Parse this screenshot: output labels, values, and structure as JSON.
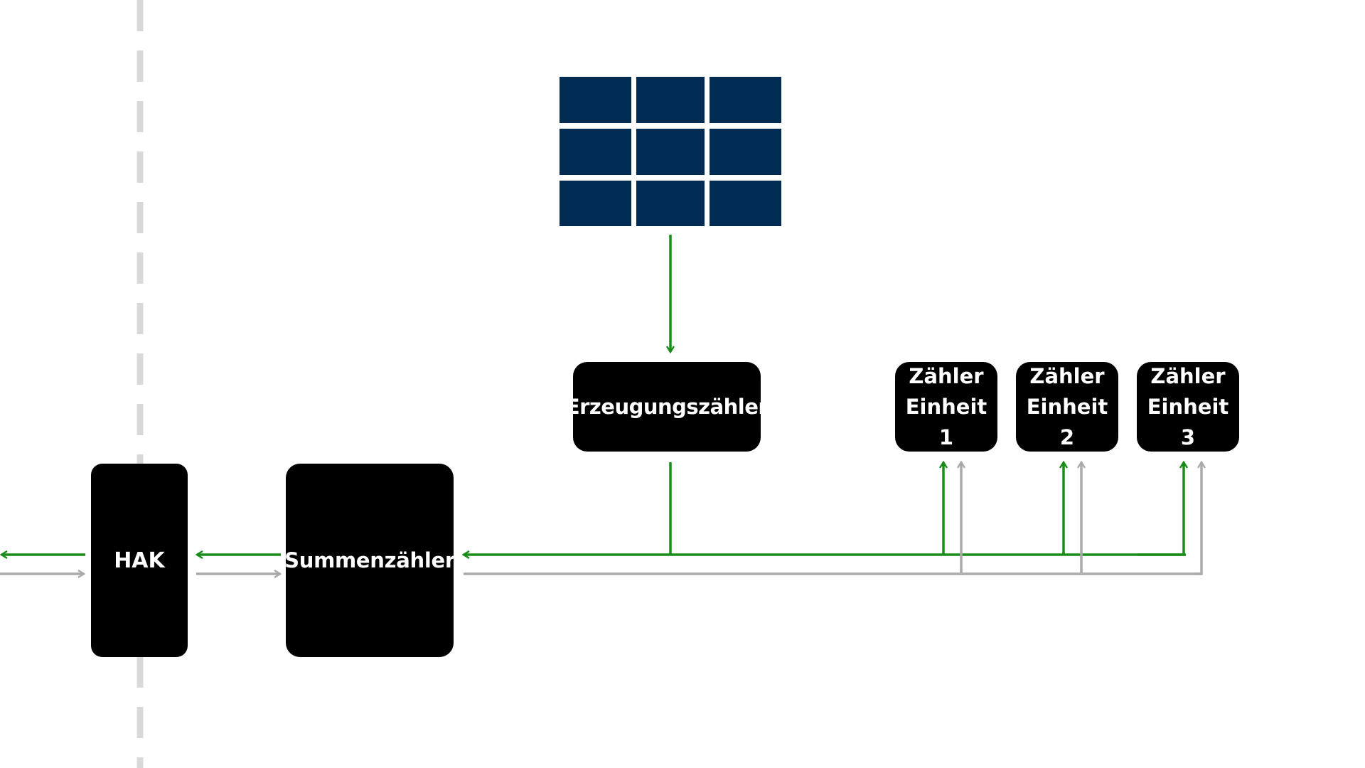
{
  "nodes": {
    "hak": "HAK",
    "summenzaehler": "Summenzähler",
    "erzeugungszaehler": "Erzeugungszähler",
    "units": [
      {
        "line1": "Zähler",
        "line2": "Einheit 1"
      },
      {
        "line1": "Zähler",
        "line2": "Einheit 2"
      },
      {
        "line1": "Zähler",
        "line2": "Einheit 3"
      }
    ]
  },
  "colors": {
    "generation_flow": "#1a8c1a",
    "grid_flow": "#aaaaaa",
    "boundary": "#d9d9d9",
    "solar_panel": "#002b52",
    "node_fill": "#000000",
    "node_text": "#ffffff"
  },
  "icons": {
    "solar_panel": "solar-panel-icon"
  }
}
